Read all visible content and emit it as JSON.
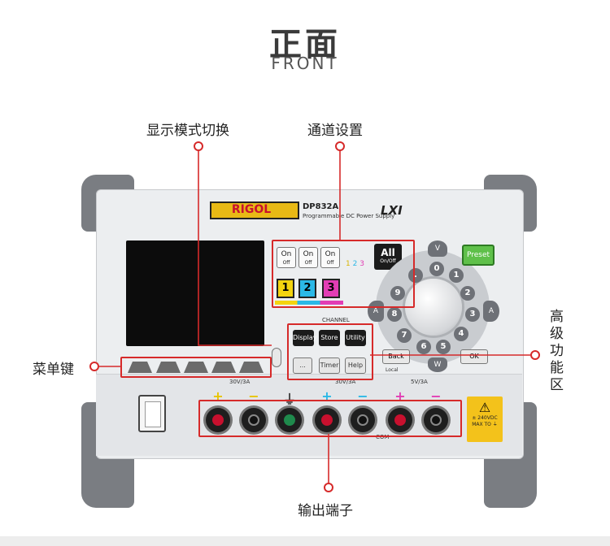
{
  "header": {
    "title_cn": "正面",
    "title_en": "FRONT"
  },
  "callouts": {
    "display_toggle": "显示模式切换",
    "channel_settings": "通道设置",
    "advanced_functions": "高级功能区",
    "menu_keys": "菜单键",
    "output_terminals": "输出端子"
  },
  "device": {
    "brand": "RIGOL",
    "model": "DP832A",
    "subtitle": "Programmable DC Power Supply",
    "lxi": "LXI",
    "preset_label": "Preset",
    "channel_label": "CHANNEL",
    "all_label": "All",
    "all_sub": "On/Off",
    "onoff": [
      {
        "top": "On",
        "bottom": "Off"
      },
      {
        "top": "On",
        "bottom": "Off"
      },
      {
        "top": "On",
        "bottom": "Off"
      }
    ],
    "channels": [
      {
        "num": "1",
        "color": "#f4d40f"
      },
      {
        "num": "2",
        "color": "#2bb8e6"
      },
      {
        "num": "3",
        "color": "#e23db4"
      }
    ],
    "mini_channels": [
      "1",
      "2",
      "3"
    ],
    "functions": [
      "Display",
      "Store",
      "Utility"
    ],
    "functions2": [
      "...",
      "Timer",
      "Help"
    ],
    "back_label": "Back",
    "ok_label": "OK",
    "local_label": "Local",
    "keypad": [
      "0",
      "1",
      "2",
      "3",
      "4",
      "5",
      "6",
      "7",
      "8",
      "9",
      "."
    ],
    "keypad_a": "A",
    "keypad_v": "V",
    "keypad_w": "W",
    "rating_ch1": "30V/3A",
    "rating_ch2": "30V/3A",
    "rating_ch3": "5V/3A",
    "com_label": "COM",
    "warning_text": "± 240VDC MAX TO ⏚"
  },
  "colors": {
    "accent": "#d62a2a",
    "bezel": "#7a7d82",
    "panel": "#eceef0"
  }
}
